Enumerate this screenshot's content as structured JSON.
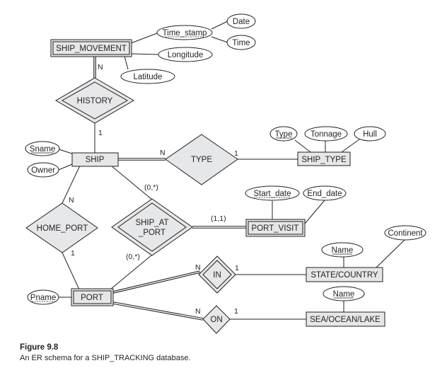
{
  "diagram": {
    "type": "er-schema",
    "entities": {
      "ship_movement": {
        "label": "SHIP_MOVEMENT",
        "weak": true
      },
      "ship": {
        "label": "SHIP",
        "weak": false
      },
      "ship_type": {
        "label": "SHIP_TYPE",
        "weak": false
      },
      "port_visit": {
        "label": "PORT_VISIT",
        "weak": true
      },
      "port": {
        "label": "PORT",
        "weak": true
      },
      "state_country": {
        "label": "STATE/COUNTRY",
        "weak": false
      },
      "sea_ocean_lake": {
        "label": "SEA/OCEAN/LAKE",
        "weak": false
      }
    },
    "relationships": {
      "history": {
        "label": "HISTORY",
        "identifying": true
      },
      "type": {
        "label": "TYPE",
        "identifying": false
      },
      "home_port": {
        "label": "HOME_PORT",
        "identifying": false
      },
      "ship_at_port_line1": "SHIP_AT",
      "ship_at_port_line2": "_PORT",
      "in": {
        "label": "IN",
        "identifying": true
      },
      "on": {
        "label": "ON",
        "identifying": false
      }
    },
    "attributes": {
      "time_stamp": {
        "label": "Time_stamp",
        "key": "partial"
      },
      "date": {
        "label": "Date"
      },
      "time": {
        "label": "Time"
      },
      "longitude": {
        "label": "Longitude"
      },
      "latitude": {
        "label": "Latitude"
      },
      "sname": {
        "label": "Sname",
        "key": "full"
      },
      "owner": {
        "label": "Owner"
      },
      "type": {
        "label": "Type",
        "key": "full"
      },
      "tonnage": {
        "label": "Tonnage"
      },
      "hull": {
        "label": "Hull"
      },
      "start_date": {
        "label": "Start_date",
        "key": "partial"
      },
      "end_date": {
        "label": "End_date"
      },
      "continent": {
        "label": "Continent"
      },
      "sc_name": {
        "label": "Name",
        "key": "full"
      },
      "sol_name": {
        "label": "Name",
        "key": "full"
      },
      "pname": {
        "label": "Pname",
        "key": "partial"
      }
    },
    "cardinalities": {
      "history_ship_movement": "N",
      "history_ship": "1",
      "type_ship": "N",
      "type_ship_type": "1",
      "home_port_ship": "N",
      "home_port_port": "1",
      "sap_ship": "(0,*)",
      "sap_port": "(0,*)",
      "sap_port_visit": "(1,1)",
      "in_port": "N",
      "in_state": "1",
      "on_port": "N",
      "on_sea": "1"
    }
  },
  "caption": {
    "title": "Figure 9.8",
    "text": "An ER schema for a SHIP_TRACKING database."
  }
}
